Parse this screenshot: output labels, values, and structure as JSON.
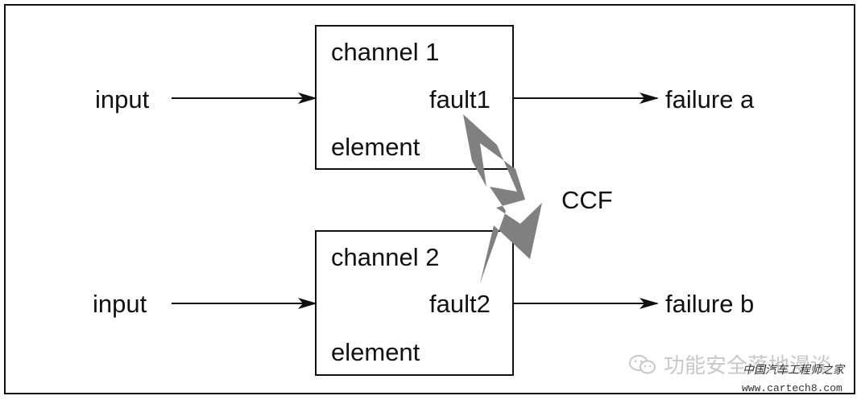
{
  "diagram": {
    "channel1": {
      "input_label": "input",
      "title": "channel 1",
      "fault_label": "fault1",
      "element_label": "element",
      "output_label": "failure a"
    },
    "channel2": {
      "input_label": "input",
      "title": "channel 2",
      "fault_label": "fault2",
      "element_label": "element",
      "output_label": "failure b"
    },
    "ccf_label": "CCF",
    "colors": {
      "line": "#111111",
      "lightning": "#808080",
      "background": "#ffffff"
    }
  },
  "watermark": {
    "account_name": "功能安全落地漫谈",
    "site_name": "中国汽车工程师之家",
    "site_url": "www.cartech8.com",
    "icon": "wechat-icon"
  }
}
